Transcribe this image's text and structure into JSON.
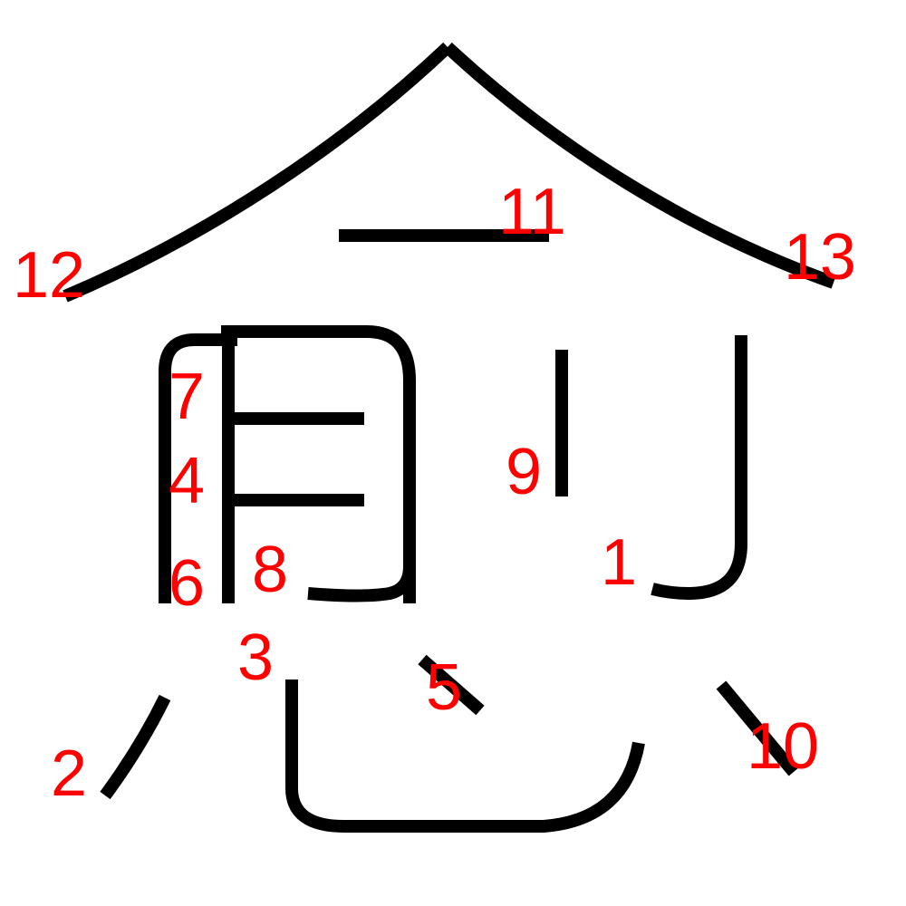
{
  "colors": {
    "background": "#ffffff",
    "stroke": "#000000",
    "label": "#ff0000"
  },
  "strokes": [
    {
      "order": "1"
    },
    {
      "order": "2"
    },
    {
      "order": "3"
    },
    {
      "order": "4"
    },
    {
      "order": "5"
    },
    {
      "order": "6"
    },
    {
      "order": "7"
    },
    {
      "order": "8"
    },
    {
      "order": "9"
    },
    {
      "order": "10"
    },
    {
      "order": "11"
    },
    {
      "order": "12"
    },
    {
      "order": "13"
    }
  ]
}
